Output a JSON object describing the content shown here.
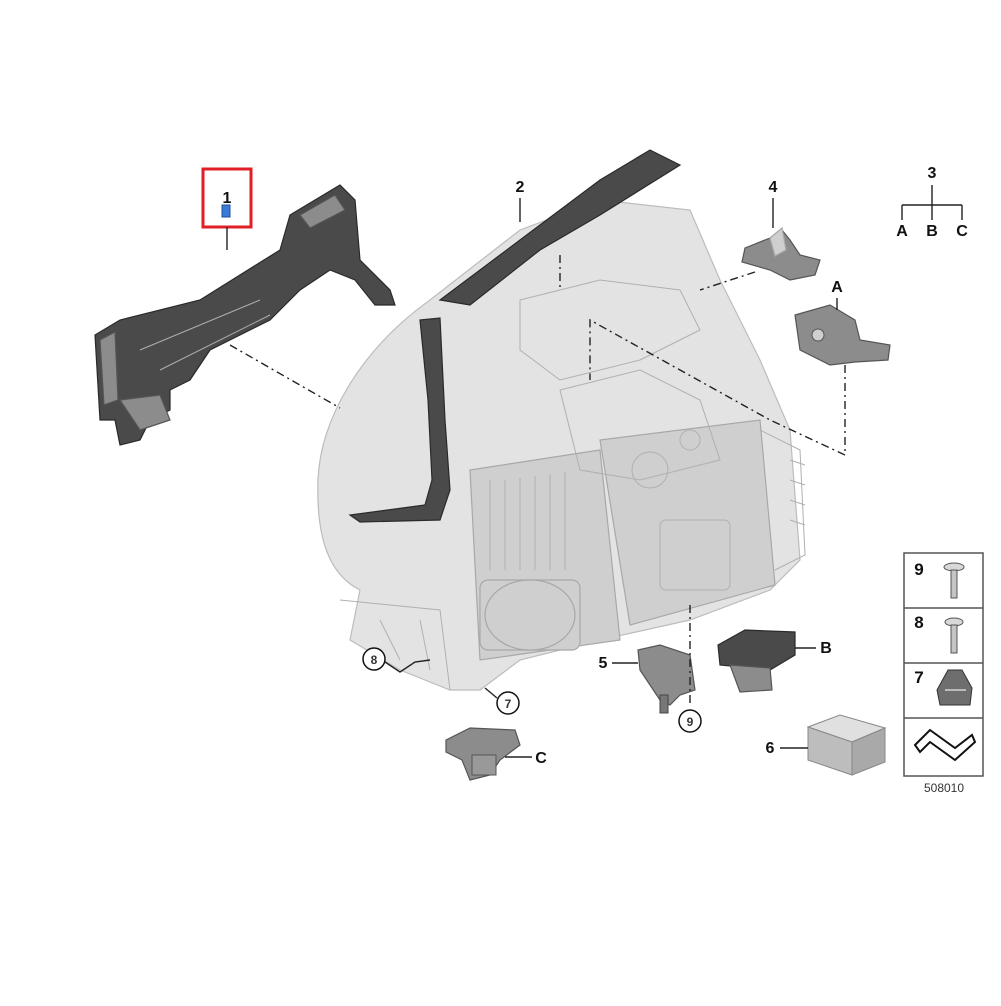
{
  "diagram": {
    "part_labels": {
      "p1": "1",
      "p2": "2",
      "p3": "3",
      "p3a": "A",
      "p3b": "B",
      "p3c": "C",
      "p4": "4",
      "pA": "A",
      "p5": "5",
      "p6": "6",
      "p7": "7",
      "p8": "8",
      "p9": "9",
      "pB": "B",
      "pC": "C"
    },
    "legend": {
      "items": [
        {
          "label": "9"
        },
        {
          "label": "8"
        },
        {
          "label": "7"
        }
      ]
    },
    "diagram_code": "508010",
    "highlight_color": "#e01f26"
  }
}
